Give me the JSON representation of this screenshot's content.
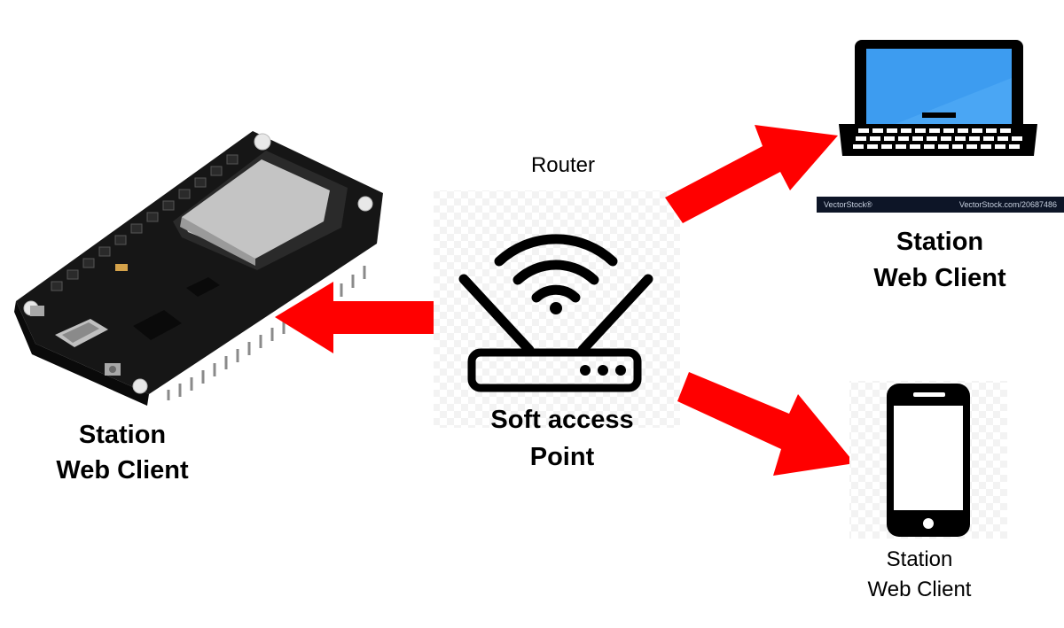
{
  "router": {
    "title": "Router",
    "caption_line1": "Soft access",
    "caption_line2": "Point"
  },
  "esp32": {
    "label_line1": "Station",
    "label_line2": "Web Client"
  },
  "laptop": {
    "label_line1": "Station",
    "label_line2": "Web Client",
    "watermark_brand": "VectorStock®",
    "watermark_url": "VectorStock.com/20687486"
  },
  "phone": {
    "label_line1": "Station",
    "label_line2": "Web Client"
  },
  "colors": {
    "arrow": "#ff0000",
    "laptop_screen": "#3d9cf0",
    "board": "#1a1a1a",
    "chip": "#bdbdbd"
  },
  "icons": [
    "esp32-board-icon",
    "router-icon",
    "wifi-icon",
    "laptop-icon",
    "smartphone-icon",
    "arrow-icon"
  ]
}
